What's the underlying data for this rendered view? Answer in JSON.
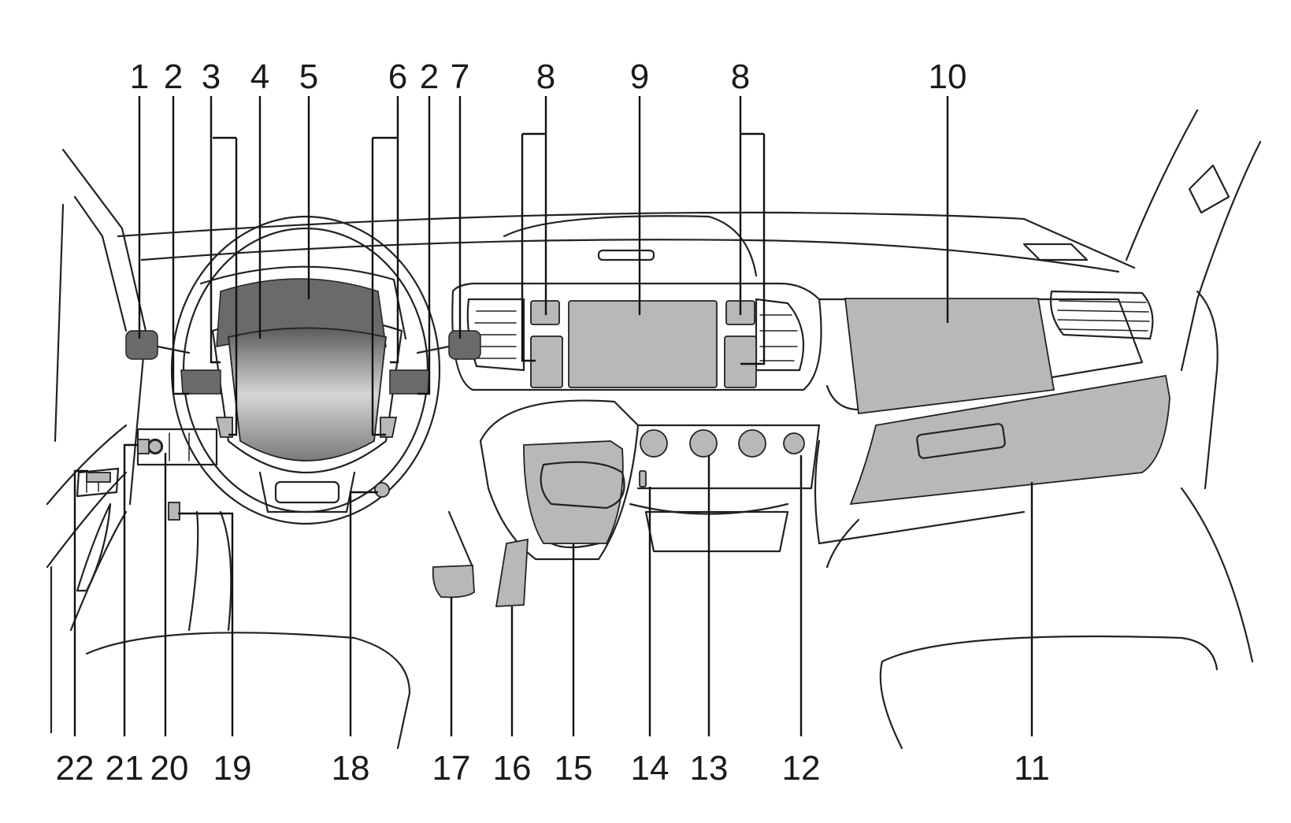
{
  "labels_top": [
    "1",
    "2",
    "3",
    "4",
    "5",
    "6",
    "2",
    "7",
    "8",
    "9",
    "8",
    "10"
  ],
  "labels_bottom": [
    "22",
    "21",
    "20",
    "19",
    "18",
    "17",
    "16",
    "15",
    "14",
    "13",
    "12",
    "11"
  ],
  "colors": {
    "line": "#222222",
    "highlight": "#b8b8b8",
    "screen": "#6a6a6a"
  }
}
